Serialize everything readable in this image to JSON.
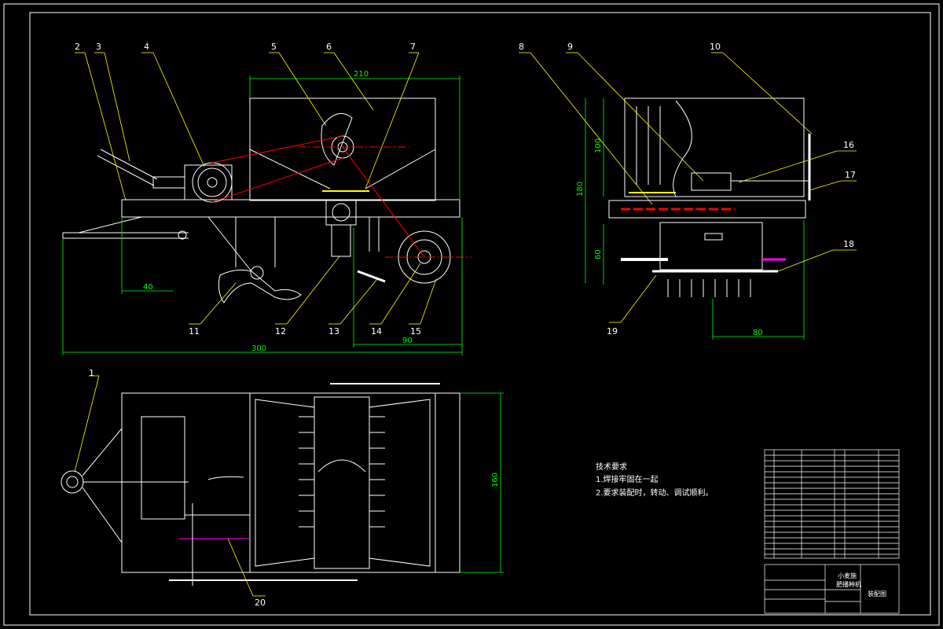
{
  "drawing": {
    "callouts": [
      "1",
      "2",
      "3",
      "4",
      "5",
      "6",
      "7",
      "8",
      "9",
      "10",
      "11",
      "12",
      "13",
      "14",
      "15",
      "16",
      "17",
      "18",
      "19",
      "20"
    ],
    "dimensions": {
      "d210": "210",
      "d40": "40",
      "d300": "300",
      "d90": "90",
      "d100": "100",
      "d180": "180",
      "d60": "60",
      "d80": "80",
      "d160": "160"
    },
    "notes": {
      "title": "技术要求",
      "line1": "1.焊接牢固在一起",
      "line2": "2.要求装配时，转动、调试顺利。"
    },
    "title_block": {
      "name_line1": "小麦施",
      "name_line2": "肥播种机",
      "drawing_type": "装配图"
    },
    "colors": {
      "background": "#000000",
      "outline": "#ffffff",
      "dimension": "#00ff00",
      "leader": "#ffff00",
      "centerline": "#ff0000",
      "highlight": "#ffff00",
      "accent": "#ff00ff"
    }
  }
}
